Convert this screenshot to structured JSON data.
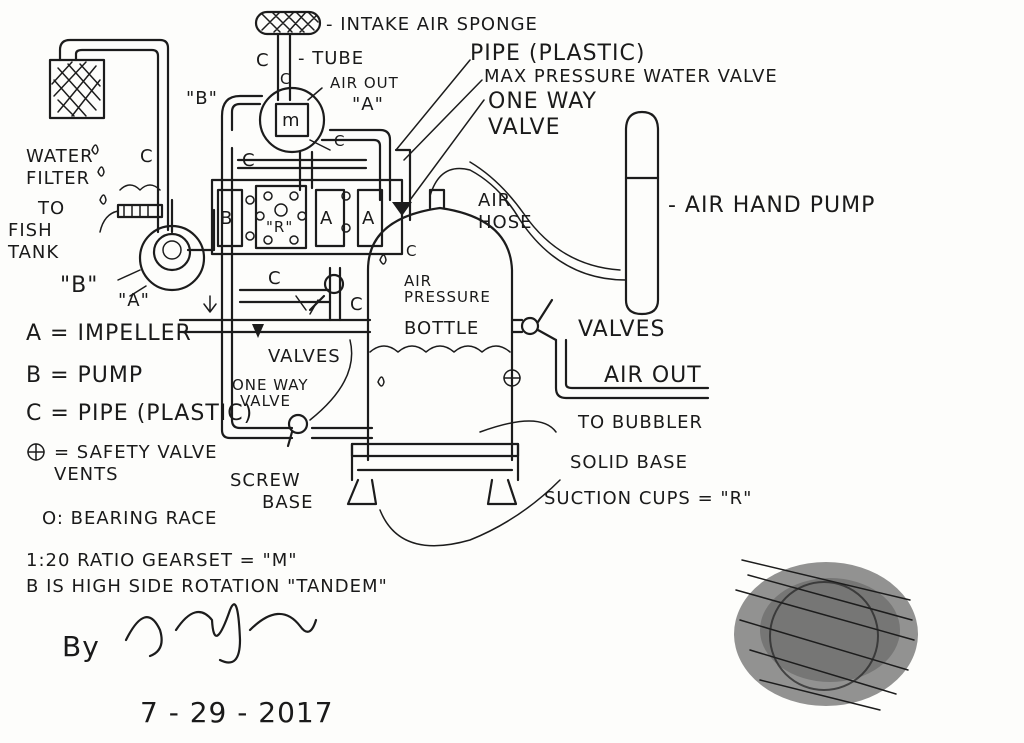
{
  "labels": {
    "intake_air_sponge": "- INTAKE AIR SPONGE",
    "tube": "- TUBE",
    "c_tube": "C",
    "c_air_out": "C",
    "air_out_top": "AIR OUT",
    "a_top": "\"A\"",
    "b_top": "\"B\"",
    "pipe_plastic": "PIPE (PLASTIC)",
    "max_pressure": "MAX PRESSURE WATER VALVE",
    "one_way_1": "ONE WAY",
    "one_way_2": "VALVE",
    "water_filter_1": "WATER",
    "water_filter_2": "FILTER",
    "to_fish_1": "TO",
    "to_fish_2": "FISH",
    "to_fish_3": "TANK",
    "b_left": "\"B\"",
    "a_left": "\"A\"",
    "c_left": "C",
    "c_mid": "C",
    "c_small": "C",
    "c_pipe": "C",
    "c_bottle": "C",
    "c_lower": "C",
    "c_vertical": "C",
    "imp_b": "B",
    "imp_a1": "A",
    "imp_a2": "A",
    "r_label": "\"R\"",
    "m_label": "m",
    "air_hose_1": "AIR",
    "air_hose_2": "HOSE",
    "air_hand_pump": "- AIR HAND PUMP",
    "air_pressure_1": "AIR",
    "air_pressure_2": "PRESSURE",
    "bottle": "BOTTLE",
    "valves_right": "VALVES",
    "air_out_right": "AIR OUT",
    "to_bubbler": "TO BUBBLER",
    "valves_mid": "VALVES",
    "one_way_valve_1": "ONE WAY",
    "one_way_valve_2": "VALVE",
    "solid_base": "SOLID BASE",
    "screw_base_1": "SCREW",
    "screw_base_2": "BASE",
    "suction_cups": "SUCTION CUPS = \"R\""
  },
  "legend": {
    "a": "A = IMPELLER",
    "b": "B = PUMP",
    "c": "C = PIPE (PLASTIC)",
    "safety_1": "= SAFETY VALVE",
    "safety_2": "VENTS",
    "bearing": "O: BEARING RACE"
  },
  "notes": {
    "gearset": "1:20 RATIO GEARSET = \"M\"",
    "tandem": "B IS HIGH SIDE ROTATION \"TANDEM\""
  },
  "signature": {
    "by": "By",
    "name": "Eric J Crew",
    "date": "7 - 29 - 2017"
  }
}
